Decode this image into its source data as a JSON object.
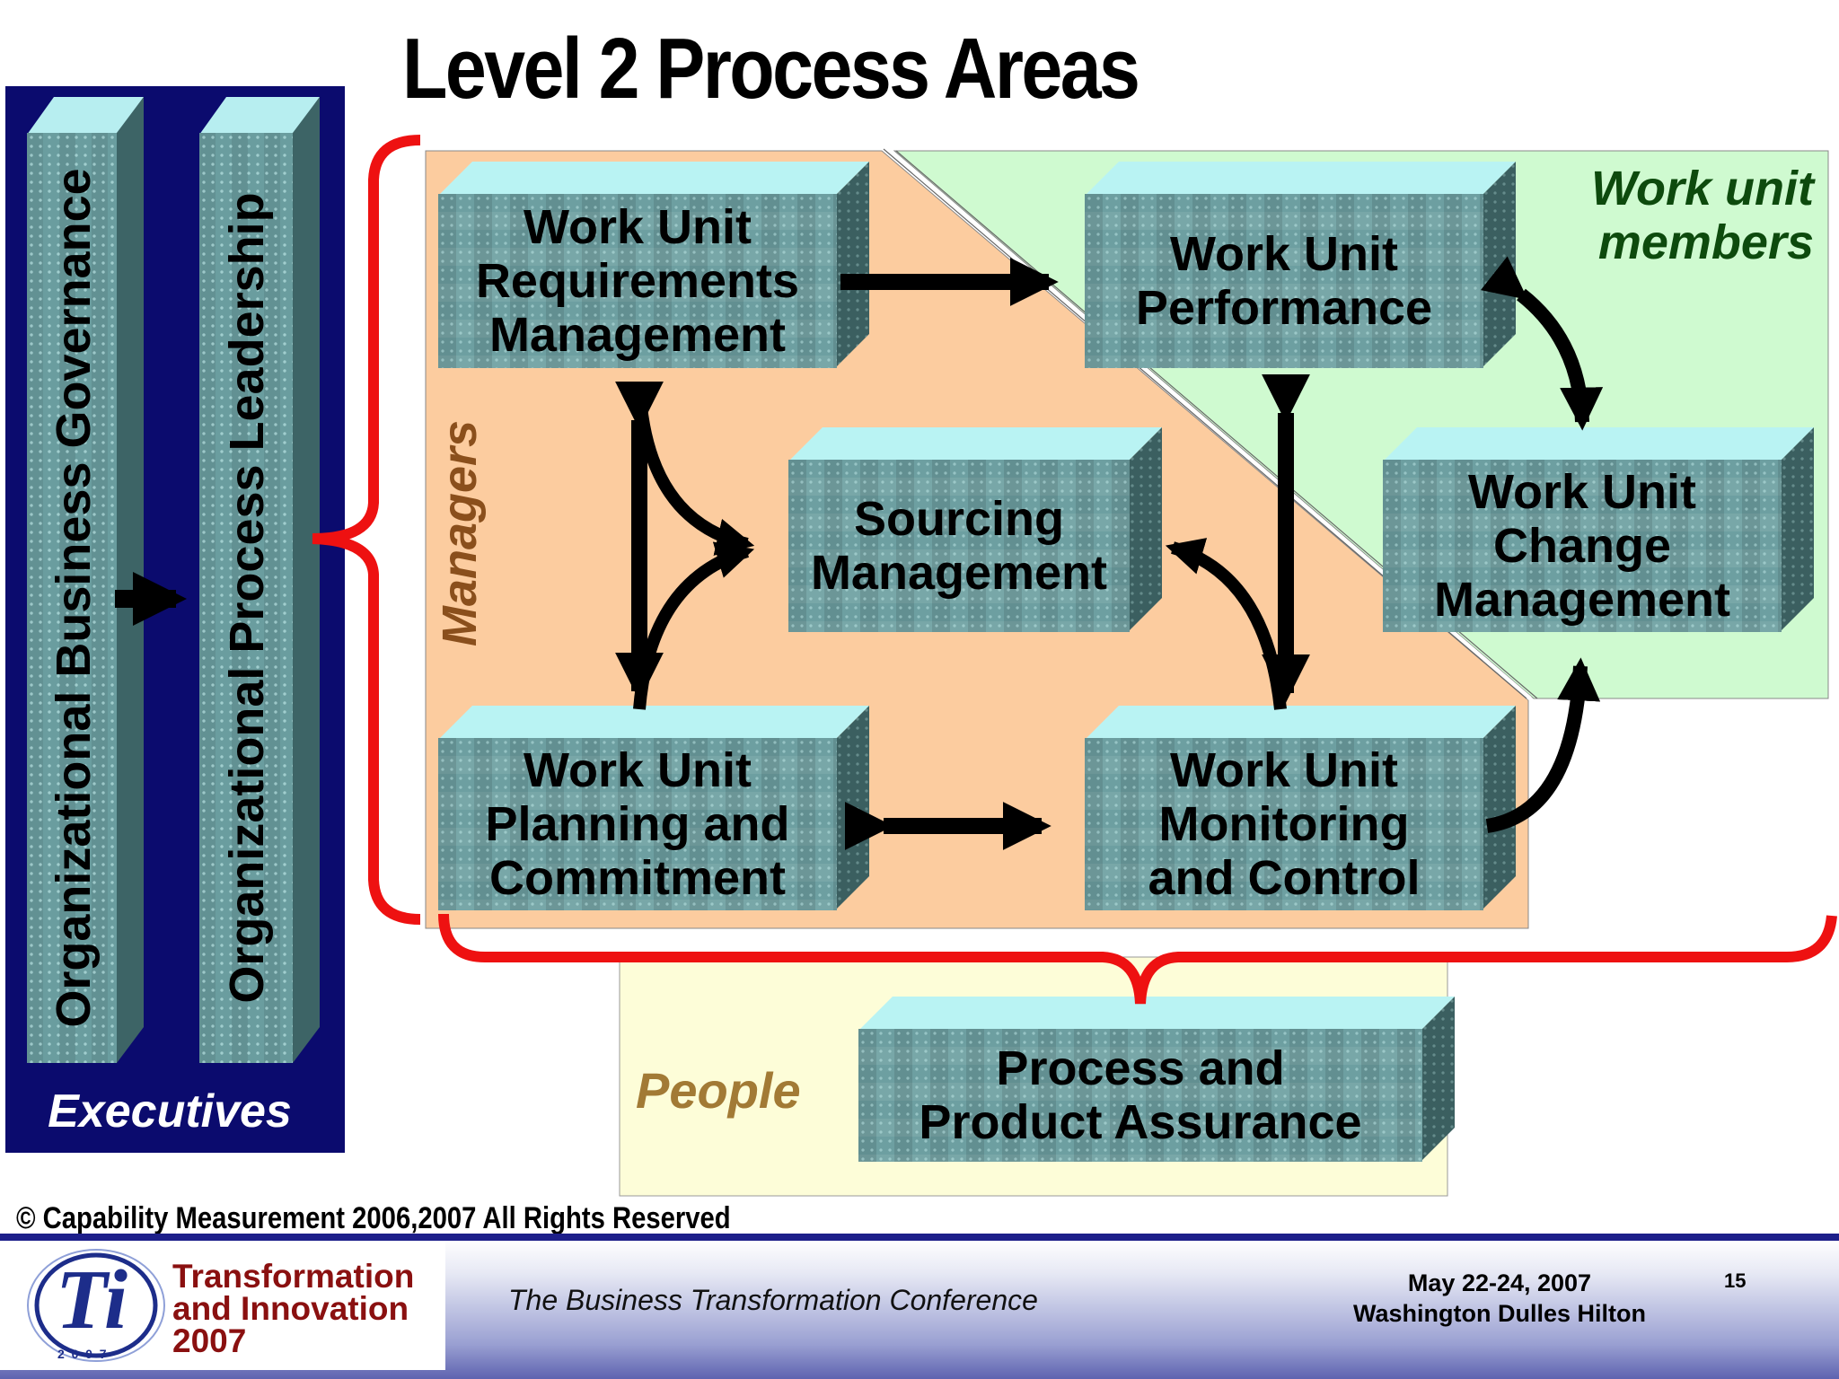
{
  "title": "Level 2 Process Areas",
  "executives": {
    "label": "Executives",
    "governance": "Organizational Business Governance",
    "leadership": "Organizational Process Leadership"
  },
  "regions": {
    "managers": "Managers",
    "members_line1": "Work unit",
    "members_line2": "members",
    "people": "People"
  },
  "boxes": {
    "requirements": "Work Unit\nRequirements\nManagement",
    "performance": "Work Unit\nPerformance",
    "sourcing": "Sourcing\nManagement",
    "change": "Work Unit\nChange\nManagement",
    "planning": "Work Unit\nPlanning and\nCommitment",
    "monitoring": "Work Unit\nMonitoring\nand Control",
    "assurance": "Process and\nProduct Assurance"
  },
  "footer": {
    "copyright": "© Capability Measurement 2006,2007  All Rights Reserved",
    "conference": "The Business Transformation Conference",
    "date": "May 22-24, 2007",
    "venue": "Washington Dulles Hilton",
    "page": "15",
    "logo_line1": "Transformation",
    "logo_line2": "and Innovation",
    "logo_line3": "2007",
    "logo_mark": "Ti",
    "logo_year_ring": "2  0  0  7"
  },
  "colors": {
    "managers_bg": "#fccc9f",
    "members_bg": "#cffad0",
    "people_bg": "#fdfdd8",
    "brace": "#ee1111",
    "exec_bg": "#0b0b6e"
  }
}
